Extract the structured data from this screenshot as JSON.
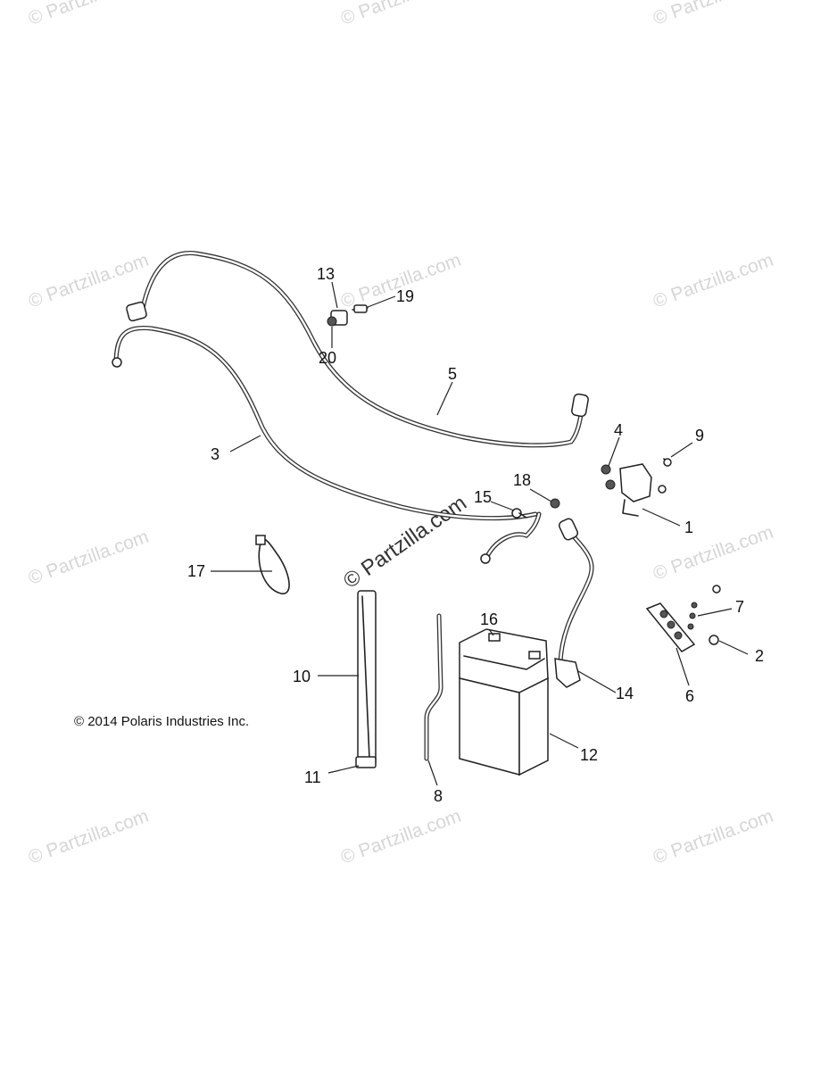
{
  "copyright": "© 2014 Polaris Industries Inc.",
  "watermarks": {
    "text": "© Partzilla.com",
    "center_text": "© Partzilla.com"
  },
  "callouts": {
    "c1": "1",
    "c2": "2",
    "c3": "3",
    "c4": "4",
    "c5": "5",
    "c6": "6",
    "c7": "7",
    "c8": "8",
    "c9": "9",
    "c10": "10",
    "c11": "11",
    "c12": "12",
    "c13": "13",
    "c14": "14",
    "c15": "15",
    "c16": "16",
    "c17": "17",
    "c18": "18",
    "c19": "19",
    "c20": "20"
  }
}
